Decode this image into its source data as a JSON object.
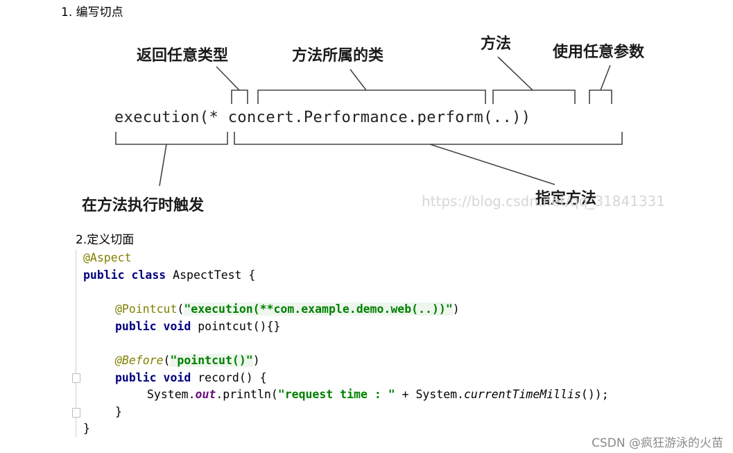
{
  "section1": {
    "heading": "1. 编写切点"
  },
  "diagram": {
    "label_return": "返回任意类型",
    "label_class": "方法所属的类",
    "label_method": "方法",
    "label_params": "使用任意参数",
    "label_exec": "在方法执行时触发",
    "label_specify": "指定方法",
    "expression": "execution(* concert.Performance.perform(..))",
    "watermark": "https://blog.csdn.net/qq_31841331"
  },
  "section2": {
    "heading": "2.定义切面"
  },
  "code": {
    "l1_ann": "@Aspect",
    "l2_kw": "public class",
    "l2_rest": " AspectTest {",
    "l4_ann": "@Pointcut",
    "l4_open": "(",
    "l4_str": "\"execution(**com.example.demo.web(..))\"",
    "l4_close": ")",
    "l5_kw": "public void",
    "l5_rest": " pointcut(){}",
    "l7_ann": "@Before",
    "l7_open": "(",
    "l7_str": "\"pointcut()\"",
    "l7_close": ")",
    "l8_kw": "public void",
    "l8_rest": " record() {",
    "l9_a": "System.",
    "l9_field": "out",
    "l9_b": ".println(",
    "l9_str": "\"request time : \"",
    "l9_c": " + System.",
    "l9_method": "currentTimeMillis",
    "l9_d": "());",
    "l10": "}",
    "l11": "}"
  },
  "footer": {
    "credit": "CSDN @疯狂游泳的火苗"
  }
}
